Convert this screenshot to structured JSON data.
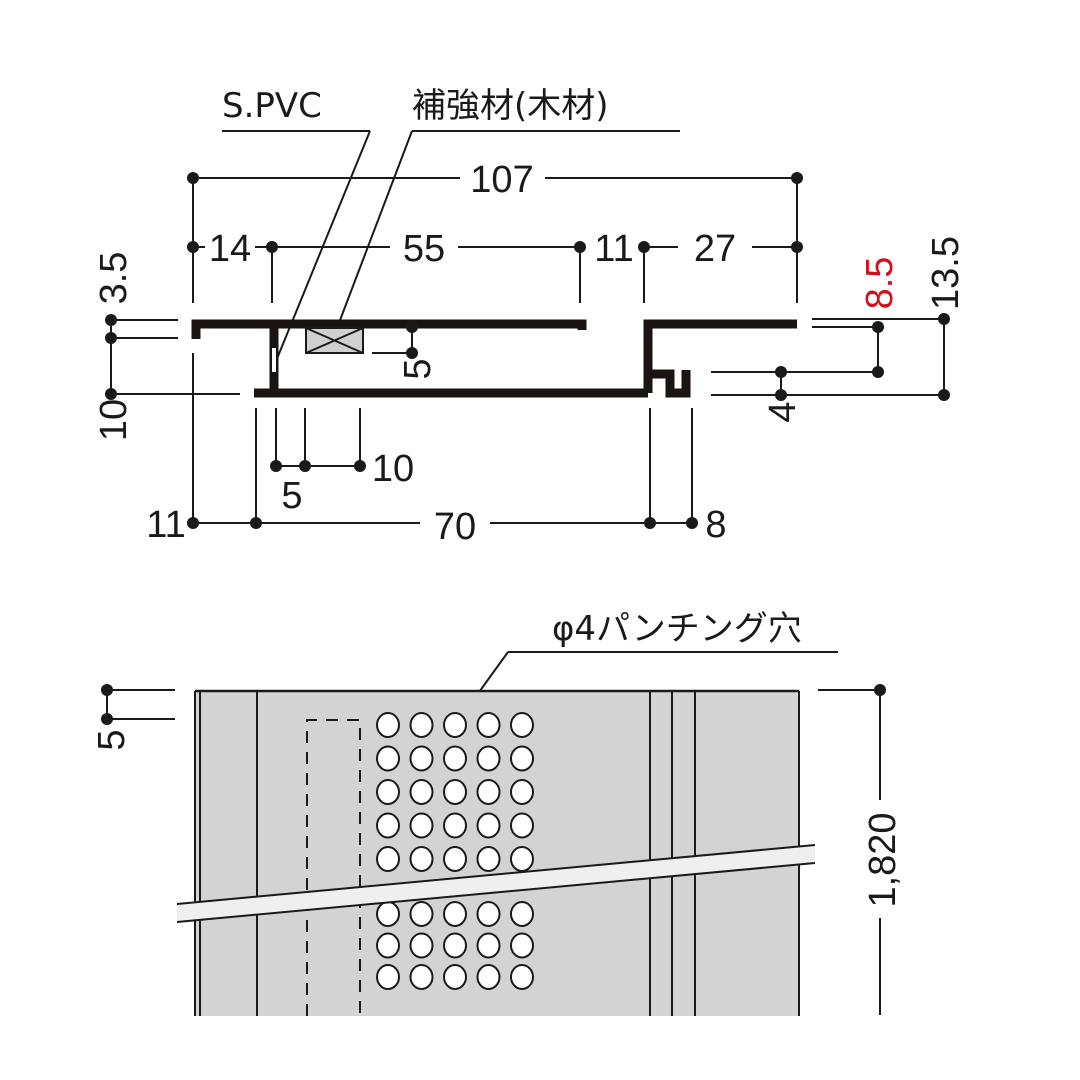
{
  "section_view": {
    "labels": {
      "material": "S.PVC",
      "reinforcement": "補強材(木材)"
    },
    "dimensions_top": {
      "overall_width": "107",
      "seg_14": "14",
      "seg_55": "55",
      "seg_11": "11",
      "seg_27": "27"
    },
    "dimensions_left": {
      "top_flange": "3.5",
      "height": "10"
    },
    "dimensions_right": {
      "groove_depth": "8.5",
      "total_height": "13.5",
      "step": "4",
      "groove_depth_color": "#d0101c"
    },
    "dimensions_inner": {
      "wood_offset": "5"
    },
    "dimensions_bottom": {
      "rib_5": "5",
      "rib_10": "10",
      "left_offset": "11",
      "base_width": "70",
      "right_tab": "8"
    }
  },
  "elevation_view": {
    "labels": {
      "punching": "φ4パンチング穴"
    },
    "dimensions": {
      "top_margin": "5",
      "length": "1,820"
    },
    "hole_grid": {
      "columns": 5,
      "rows_above_break": 5,
      "rows_below_break": 3
    },
    "colors": {
      "panel": "#d3d3d3",
      "break_band": "#efefef",
      "wood_block": "#d0d0d0"
    }
  }
}
